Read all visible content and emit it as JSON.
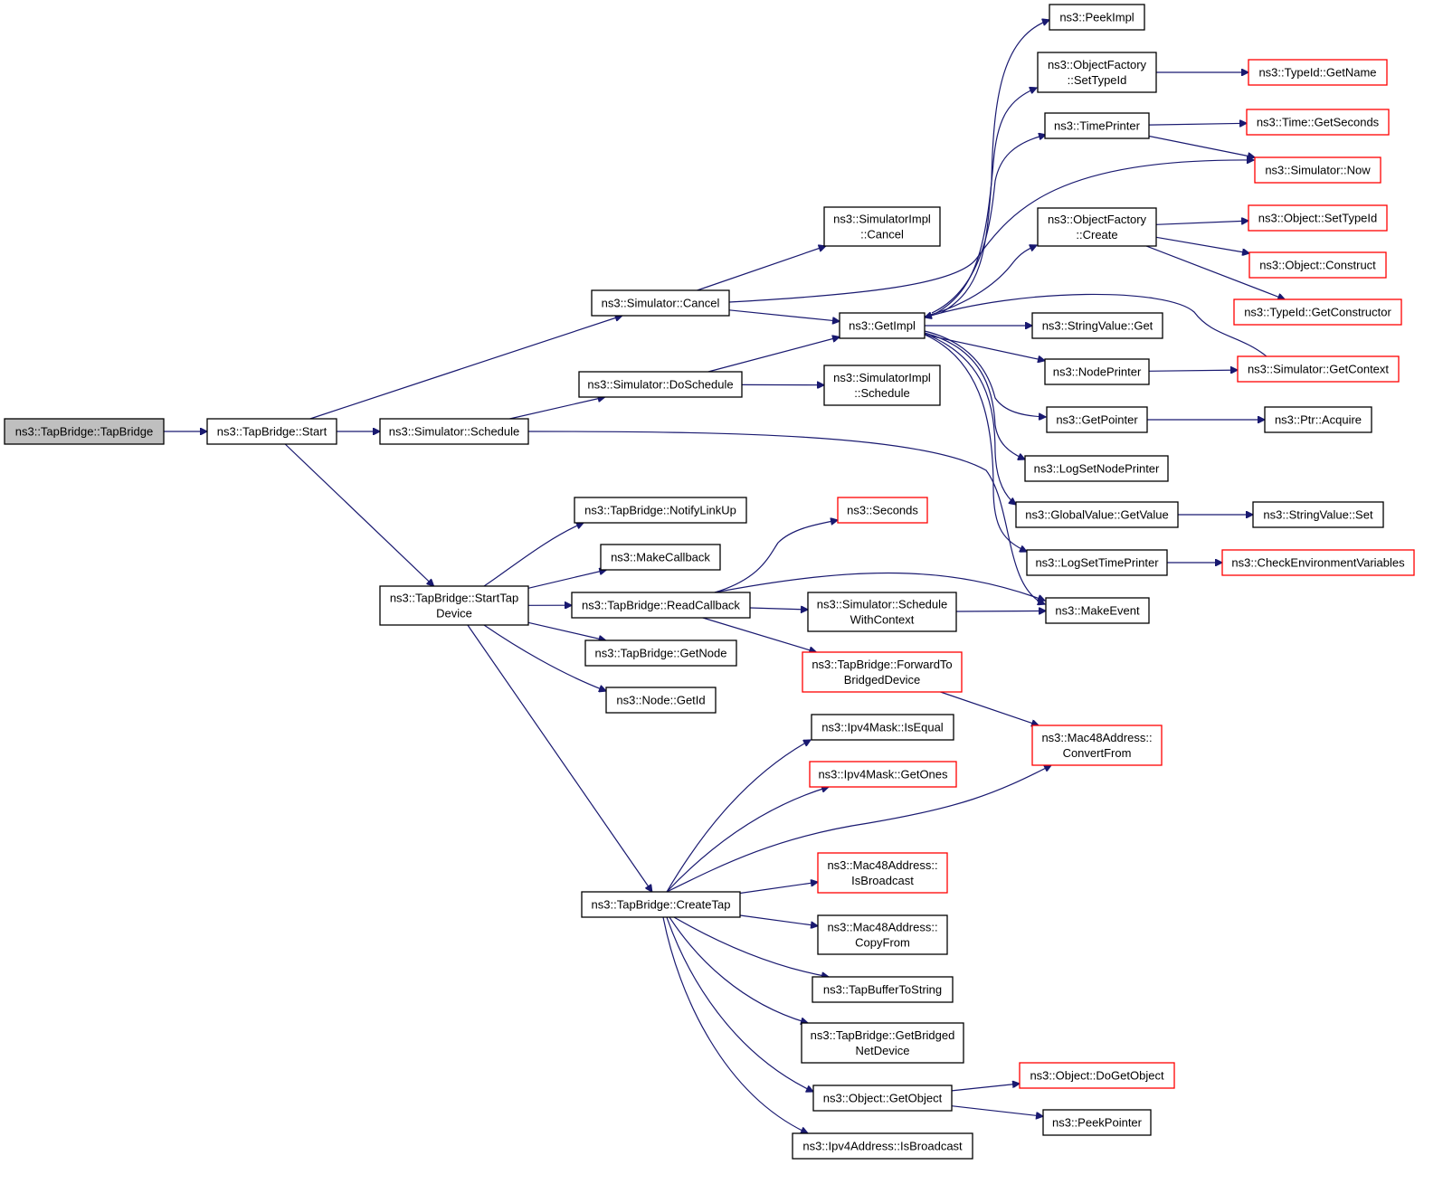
{
  "colors": {
    "edge": "#191970",
    "border_normal": "#000000",
    "border_truncated": "#ff0000",
    "root_fill": "#bfbfbf",
    "node_fill": "#ffffff"
  },
  "nodes": [
    {
      "id": "n0",
      "lines": [
        "ns3::TapBridge::TapBridge"
      ],
      "style": "root"
    },
    {
      "id": "n1",
      "lines": [
        "ns3::TapBridge::Start"
      ],
      "style": "normal"
    },
    {
      "id": "n2",
      "lines": [
        "ns3::Simulator::Cancel"
      ],
      "style": "normal"
    },
    {
      "id": "n3",
      "lines": [
        "ns3::Simulator::Schedule"
      ],
      "style": "normal"
    },
    {
      "id": "n4",
      "lines": [
        "ns3::TapBridge::StartTap",
        "Device"
      ],
      "style": "normal"
    },
    {
      "id": "n5",
      "lines": [
        "ns3::SimulatorImpl",
        "::Cancel"
      ],
      "style": "normal"
    },
    {
      "id": "n6",
      "lines": [
        "ns3::GetImpl"
      ],
      "style": "normal"
    },
    {
      "id": "n7",
      "lines": [
        "ns3::Simulator::DoSchedule"
      ],
      "style": "normal"
    },
    {
      "id": "n8",
      "lines": [
        "ns3::SimulatorImpl",
        "::Schedule"
      ],
      "style": "normal"
    },
    {
      "id": "n9",
      "lines": [
        "ns3::PeekImpl"
      ],
      "style": "normal"
    },
    {
      "id": "n10",
      "lines": [
        "ns3::ObjectFactory",
        "::SetTypeId"
      ],
      "style": "normal"
    },
    {
      "id": "n11",
      "lines": [
        "ns3::TimePrinter"
      ],
      "style": "normal"
    },
    {
      "id": "n12",
      "lines": [
        "ns3::ObjectFactory",
        "::Create"
      ],
      "style": "normal"
    },
    {
      "id": "n13",
      "lines": [
        "ns3::StringValue::Get"
      ],
      "style": "normal"
    },
    {
      "id": "n14",
      "lines": [
        "ns3::NodePrinter"
      ],
      "style": "normal"
    },
    {
      "id": "n15",
      "lines": [
        "ns3::GetPointer"
      ],
      "style": "normal"
    },
    {
      "id": "n16",
      "lines": [
        "ns3::LogSetNodePrinter"
      ],
      "style": "normal"
    },
    {
      "id": "n17",
      "lines": [
        "ns3::GlobalValue::GetValue"
      ],
      "style": "normal"
    },
    {
      "id": "n18",
      "lines": [
        "ns3::LogSetTimePrinter"
      ],
      "style": "normal"
    },
    {
      "id": "n19",
      "lines": [
        "ns3::TypeId::GetName"
      ],
      "style": "truncated"
    },
    {
      "id": "n20",
      "lines": [
        "ns3::Time::GetSeconds"
      ],
      "style": "truncated"
    },
    {
      "id": "n21",
      "lines": [
        "ns3::Simulator::Now"
      ],
      "style": "truncated"
    },
    {
      "id": "n22",
      "lines": [
        "ns3::Object::SetTypeId"
      ],
      "style": "truncated"
    },
    {
      "id": "n23",
      "lines": [
        "ns3::Object::Construct"
      ],
      "style": "truncated"
    },
    {
      "id": "n24",
      "lines": [
        "ns3::TypeId::GetConstructor"
      ],
      "style": "truncated"
    },
    {
      "id": "n25",
      "lines": [
        "ns3::Simulator::GetContext"
      ],
      "style": "truncated"
    },
    {
      "id": "n26",
      "lines": [
        "ns3::Ptr::Acquire"
      ],
      "style": "normal"
    },
    {
      "id": "n27",
      "lines": [
        "ns3::StringValue::Set"
      ],
      "style": "normal"
    },
    {
      "id": "n28",
      "lines": [
        "ns3::CheckEnvironmentVariables"
      ],
      "style": "truncated"
    },
    {
      "id": "n29",
      "lines": [
        "ns3::MakeEvent"
      ],
      "style": "normal"
    },
    {
      "id": "n30",
      "lines": [
        "ns3::TapBridge::NotifyLinkUp"
      ],
      "style": "normal"
    },
    {
      "id": "n31",
      "lines": [
        "ns3::MakeCallback"
      ],
      "style": "normal"
    },
    {
      "id": "n32",
      "lines": [
        "ns3::TapBridge::ReadCallback"
      ],
      "style": "normal"
    },
    {
      "id": "n33",
      "lines": [
        "ns3::TapBridge::GetNode"
      ],
      "style": "normal"
    },
    {
      "id": "n34",
      "lines": [
        "ns3::Node::GetId"
      ],
      "style": "normal"
    },
    {
      "id": "n35",
      "lines": [
        "ns3::TapBridge::CreateTap"
      ],
      "style": "normal"
    },
    {
      "id": "n36",
      "lines": [
        "ns3::Seconds"
      ],
      "style": "truncated"
    },
    {
      "id": "n37",
      "lines": [
        "ns3::Simulator::Schedule",
        "WithContext"
      ],
      "style": "normal"
    },
    {
      "id": "n38",
      "lines": [
        "ns3::TapBridge::ForwardTo",
        "BridgedDevice"
      ],
      "style": "truncated"
    },
    {
      "id": "n39",
      "lines": [
        "ns3::Mac48Address::",
        "ConvertFrom"
      ],
      "style": "truncated"
    },
    {
      "id": "n40",
      "lines": [
        "ns3::Ipv4Mask::IsEqual"
      ],
      "style": "normal"
    },
    {
      "id": "n41",
      "lines": [
        "ns3::Ipv4Mask::GetOnes"
      ],
      "style": "truncated"
    },
    {
      "id": "n42",
      "lines": [
        "ns3::Mac48Address::",
        "IsBroadcast"
      ],
      "style": "truncated"
    },
    {
      "id": "n43",
      "lines": [
        "ns3::Mac48Address::",
        "CopyFrom"
      ],
      "style": "normal"
    },
    {
      "id": "n44",
      "lines": [
        "ns3::TapBufferToString"
      ],
      "style": "normal"
    },
    {
      "id": "n45",
      "lines": [
        "ns3::TapBridge::GetBridged",
        "NetDevice"
      ],
      "style": "normal"
    },
    {
      "id": "n46",
      "lines": [
        "ns3::Object::GetObject"
      ],
      "style": "normal"
    },
    {
      "id": "n47",
      "lines": [
        "ns3::Ipv4Address::IsBroadcast"
      ],
      "style": "normal"
    },
    {
      "id": "n48",
      "lines": [
        "ns3::Object::DoGetObject"
      ],
      "style": "truncated"
    },
    {
      "id": "n49",
      "lines": [
        "ns3::PeekPointer"
      ],
      "style": "normal"
    }
  ],
  "edges": [
    [
      "n0",
      "n1"
    ],
    [
      "n1",
      "n2"
    ],
    [
      "n1",
      "n3"
    ],
    [
      "n1",
      "n4"
    ],
    [
      "n2",
      "n5"
    ],
    [
      "n2",
      "n6"
    ],
    [
      "n2",
      "n21"
    ],
    [
      "n3",
      "n7"
    ],
    [
      "n3",
      "n29"
    ],
    [
      "n7",
      "n6"
    ],
    [
      "n7",
      "n8"
    ],
    [
      "n6",
      "n9"
    ],
    [
      "n6",
      "n10"
    ],
    [
      "n6",
      "n11"
    ],
    [
      "n6",
      "n12"
    ],
    [
      "n6",
      "n13"
    ],
    [
      "n6",
      "n14"
    ],
    [
      "n6",
      "n15"
    ],
    [
      "n6",
      "n16"
    ],
    [
      "n6",
      "n17"
    ],
    [
      "n6",
      "n18"
    ],
    [
      "n10",
      "n19"
    ],
    [
      "n11",
      "n20"
    ],
    [
      "n11",
      "n21"
    ],
    [
      "n12",
      "n22"
    ],
    [
      "n12",
      "n23"
    ],
    [
      "n12",
      "n24"
    ],
    [
      "n14",
      "n25"
    ],
    [
      "n25",
      "n6"
    ],
    [
      "n15",
      "n26"
    ],
    [
      "n17",
      "n27"
    ],
    [
      "n18",
      "n28"
    ],
    [
      "n4",
      "n30"
    ],
    [
      "n4",
      "n31"
    ],
    [
      "n4",
      "n32"
    ],
    [
      "n4",
      "n33"
    ],
    [
      "n4",
      "n34"
    ],
    [
      "n4",
      "n35"
    ],
    [
      "n32",
      "n36"
    ],
    [
      "n32",
      "n29"
    ],
    [
      "n32",
      "n37"
    ],
    [
      "n32",
      "n38"
    ],
    [
      "n37",
      "n29"
    ],
    [
      "n38",
      "n39"
    ],
    [
      "n35",
      "n40"
    ],
    [
      "n35",
      "n41"
    ],
    [
      "n35",
      "n39"
    ],
    [
      "n35",
      "n42"
    ],
    [
      "n35",
      "n43"
    ],
    [
      "n35",
      "n44"
    ],
    [
      "n35",
      "n45"
    ],
    [
      "n35",
      "n46"
    ],
    [
      "n35",
      "n47"
    ],
    [
      "n46",
      "n48"
    ],
    [
      "n46",
      "n49"
    ]
  ]
}
